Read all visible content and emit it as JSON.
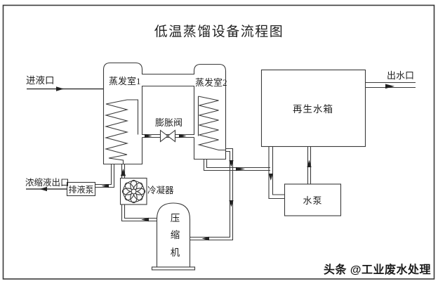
{
  "title": "低温蒸馏设备流程图",
  "components": {
    "inlet_label": "进液口",
    "evaporator1_label": "蒸发室1",
    "evaporator2_label": "蒸发室2",
    "expansion_valve_label": "膨胀阀",
    "regen_tank_label": "再生水箱",
    "outlet_label": "出水口",
    "concentrate_outlet_label": "浓缩液出口",
    "drain_pump_label": "排液泵",
    "condenser_label": "冷凝器",
    "compressor_label": "压缩机",
    "water_pump_label": "水泵"
  },
  "watermark": "头条 @工业废水处理",
  "icons": {
    "condenser_fan": "fan-icon",
    "expansion_valve": "valve-bowtie-icon",
    "flow_arrows": "flow-arrow-icon"
  },
  "colors": {
    "line": "#3a3a3a",
    "text": "#1f1f1f",
    "background": "#ffffff",
    "watermark_text": "#1a1a1a"
  }
}
